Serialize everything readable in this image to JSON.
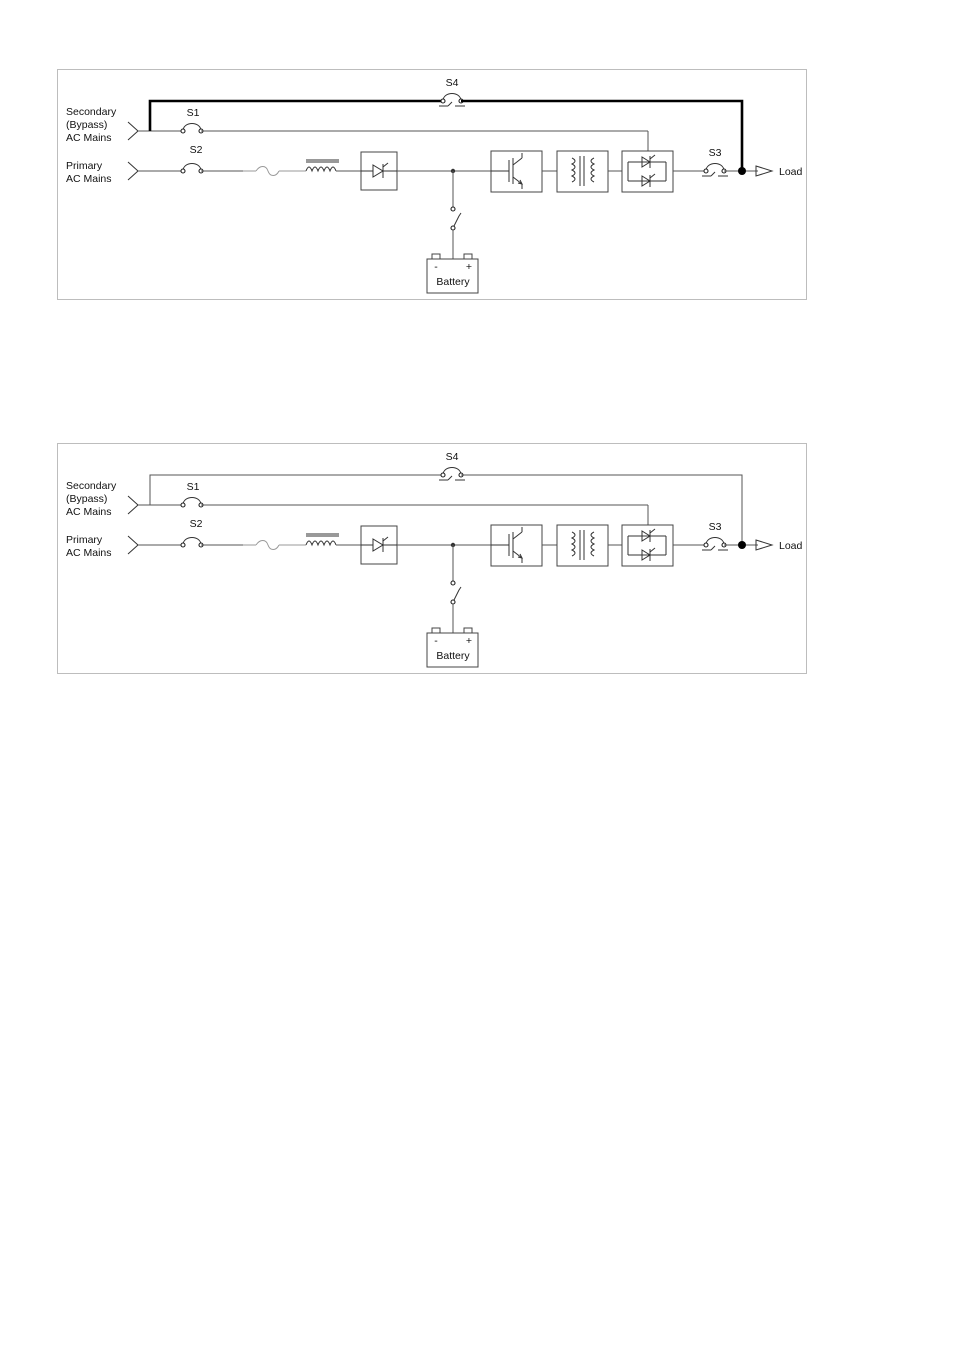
{
  "diagrams": [
    {
      "id": "top",
      "labels": {
        "secondary_line1": "Secondary",
        "secondary_line2": "(Bypass)",
        "secondary_line3": "AC Mains",
        "primary_line1": "Primary",
        "primary_line2": "AC Mains",
        "s1": "S1",
        "s2": "S2",
        "s3": "S3",
        "s4": "S4",
        "battery": "Battery",
        "battery_minus": "-",
        "battery_plus": "+",
        "load": "Load"
      },
      "maintenance_bypass_highlighted": true
    },
    {
      "id": "bottom",
      "labels": {
        "secondary_line1": "Secondary",
        "secondary_line2": "(Bypass)",
        "secondary_line3": "AC Mains",
        "primary_line1": "Primary",
        "primary_line2": "AC Mains",
        "s1": "S1",
        "s2": "S2",
        "s3": "S3",
        "s4": "S4",
        "battery": "Battery",
        "battery_minus": "-",
        "battery_plus": "+",
        "load": "Load"
      },
      "maintenance_bypass_highlighted": false
    }
  ]
}
